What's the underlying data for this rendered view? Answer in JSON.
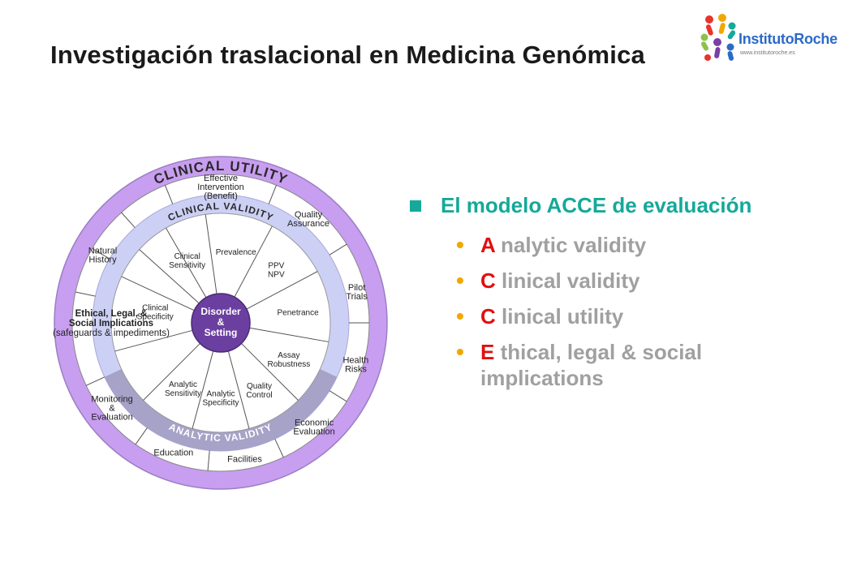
{
  "title": "Investigación traslacional en Medicina Genómica",
  "logo": {
    "name": "InstitutoRoche",
    "url": "www.institutoroche.es"
  },
  "colors": {
    "teal": "#14a99a",
    "bullet_dot": "#f0a800",
    "letter_red": "#e01010",
    "body_gray": "#a0a0a0",
    "outer_ring": "#c89ef0",
    "middle_ring": "#cdd0f5",
    "analytic_band": "#a7a2c8",
    "center": "#6b3fa0"
  },
  "diagram": {
    "outer_ring_label": "CLINICAL UTILITY",
    "middle_ring_label": "CLINICAL VALIDITY",
    "analytic_ring_label": "ANALYTIC VALIDITY",
    "center_label": [
      "Disorder",
      "&",
      "Setting"
    ],
    "outer_segments": [
      [
        "Effective",
        "Intervention",
        "(Benefit)"
      ],
      [
        "Quality",
        "Assurance"
      ],
      [
        "Pilot",
        "Trials"
      ],
      [
        "Health",
        "Risks"
      ],
      [
        "Economic",
        "Evaluation"
      ],
      [
        "Facilities"
      ],
      [
        "Education"
      ],
      [
        "Monitoring",
        "&",
        "Evaluation"
      ],
      [
        "Natural",
        "History"
      ]
    ],
    "elsi_label": [
      "Ethical, Legal, &",
      "Social Implications",
      "(safeguards & impediments)"
    ],
    "inner_segments": [
      [
        "Clinical",
        "Sensitivity"
      ],
      [
        "Prevalence"
      ],
      [
        "PPV",
        "NPV"
      ],
      [
        "Penetrance"
      ],
      [
        "Assay",
        "Robustness"
      ],
      [
        "Quality",
        "Control"
      ],
      [
        "Analytic",
        "Specificity"
      ],
      [
        "Analytic",
        "Sensitivity"
      ],
      [
        "Clinical",
        "Specificity"
      ]
    ]
  },
  "content": {
    "heading": "El modelo ACCE de evaluación",
    "items": [
      {
        "letter": "A",
        "rest": " nalytic validity"
      },
      {
        "letter": "C",
        "rest": " linical validity"
      },
      {
        "letter": "C",
        "rest": " linical utility"
      },
      {
        "letter": "E",
        "rest": " thical, legal & social implications"
      }
    ]
  }
}
